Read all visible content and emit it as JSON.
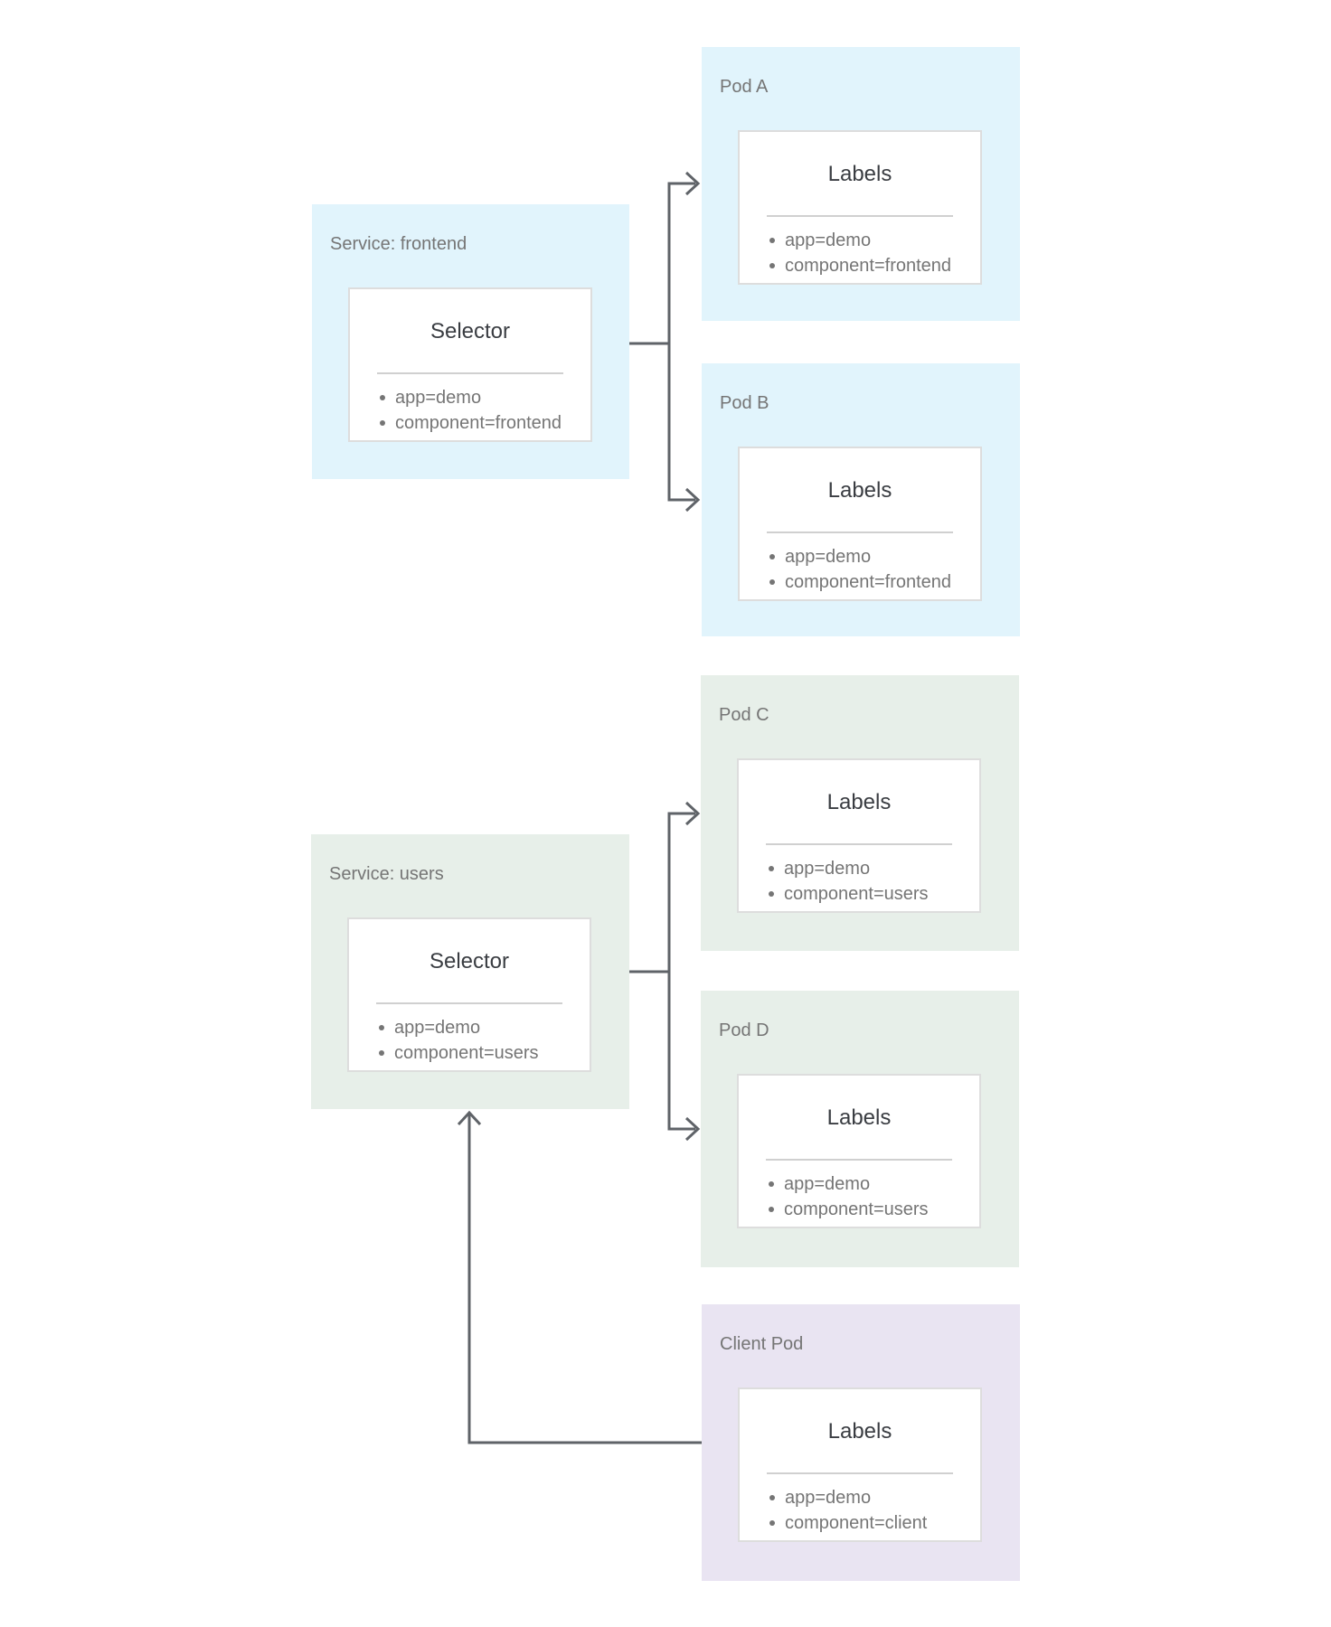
{
  "diagram": {
    "description": "Kubernetes services selecting pods by labels",
    "colors": {
      "node_blue": "#E1F4FC",
      "node_green": "#E7EFE9",
      "node_purple": "#E9E4F2",
      "card_background": "#FFFFFF",
      "card_border": "#DDDDDD",
      "divider": "#D0D0D0",
      "title_text": "#757575",
      "heading_text": "#3A3D42",
      "item_text": "#757575",
      "arrow": "#5F6368"
    },
    "nodes": [
      {
        "id": "service-frontend",
        "title": "Service: frontend",
        "color": "node_blue",
        "card": {
          "heading": "Selector",
          "items": [
            "app=demo",
            "component=frontend"
          ]
        }
      },
      {
        "id": "pod-a",
        "title": "Pod A",
        "color": "node_blue",
        "card": {
          "heading": "Labels",
          "items": [
            "app=demo",
            "component=frontend"
          ]
        }
      },
      {
        "id": "pod-b",
        "title": "Pod B",
        "color": "node_blue",
        "card": {
          "heading": "Labels",
          "items": [
            "app=demo",
            "component=frontend"
          ]
        }
      },
      {
        "id": "pod-c",
        "title": "Pod C",
        "color": "node_green",
        "card": {
          "heading": "Labels",
          "items": [
            "app=demo",
            "component=users"
          ]
        }
      },
      {
        "id": "service-users",
        "title": "Service: users",
        "color": "node_green",
        "card": {
          "heading": "Selector",
          "items": [
            "app=demo",
            "component=users"
          ]
        }
      },
      {
        "id": "pod-d",
        "title": "Pod D",
        "color": "node_green",
        "card": {
          "heading": "Labels",
          "items": [
            "app=demo",
            "component=users"
          ]
        }
      },
      {
        "id": "client-pod",
        "title": "Client Pod",
        "color": "node_purple",
        "card": {
          "heading": "Labels",
          "items": [
            "app=demo",
            "component=client"
          ]
        }
      }
    ],
    "edges": [
      {
        "from": "service-frontend",
        "to": "pod-a"
      },
      {
        "from": "service-frontend",
        "to": "pod-b"
      },
      {
        "from": "service-users",
        "to": "pod-c"
      },
      {
        "from": "service-users",
        "to": "pod-d"
      },
      {
        "from": "client-pod",
        "to": "service-users"
      }
    ]
  }
}
